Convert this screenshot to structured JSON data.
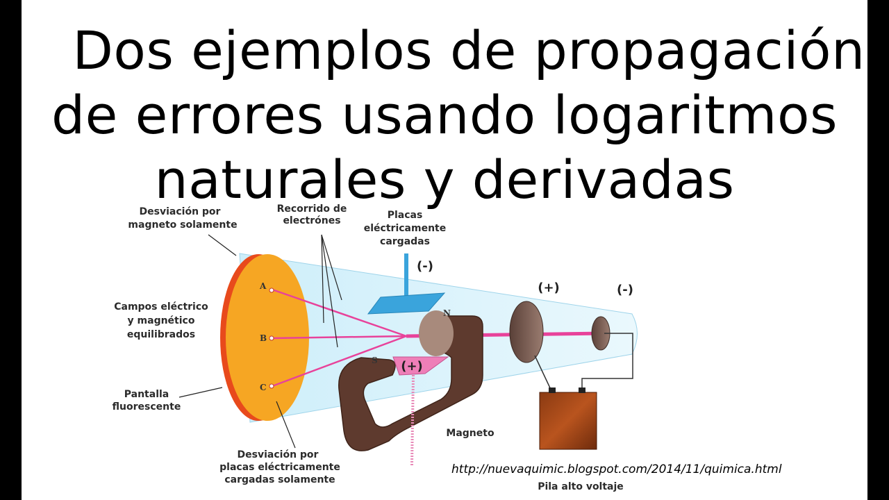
{
  "title": {
    "line1": "Dos ejemplos de propagación",
    "line2": "de errores usando logaritmos",
    "line3": "naturales y derivadas"
  },
  "diagram": {
    "labels": {
      "desviacion_magneto_1": "Desviación por",
      "desviacion_magneto_2": "magneto solamente",
      "recorrido_1": "Recorrido de",
      "recorrido_2": "electrónes",
      "placas_1": "Placas",
      "placas_2": "eléctricamente",
      "placas_3": "cargadas",
      "campos_1": "Campos eléctrico",
      "campos_2": "y  magnético",
      "campos_3": "equilibrados",
      "pantalla_1": "Pantalla",
      "pantalla_2": "fluorescente",
      "desviacion_placas_1": "Desviación por",
      "desviacion_placas_2": "placas eléctricamente",
      "desviacion_placas_3": "cargadas solamente",
      "magneto": "Magneto",
      "pila": "Pila alto voltaje",
      "point_a": "A",
      "point_b": "B",
      "point_c": "C",
      "pole_n": "N",
      "pole_s": "S",
      "sign_plate_neg": "(-)",
      "sign_plate_pos": "(+)",
      "sign_anode": "(+)",
      "sign_cathode": "(-)"
    },
    "colors": {
      "screen": "#f6a623",
      "screen_edge": "#e84a1c",
      "tube": "#d8f1fb",
      "beam": "#e8429a",
      "magnet": "#5e3a2e",
      "plate": "#3aa4dc"
    }
  },
  "source_url": "http://nuevaquimic.blogspot.com/2014/11/quimica.html"
}
